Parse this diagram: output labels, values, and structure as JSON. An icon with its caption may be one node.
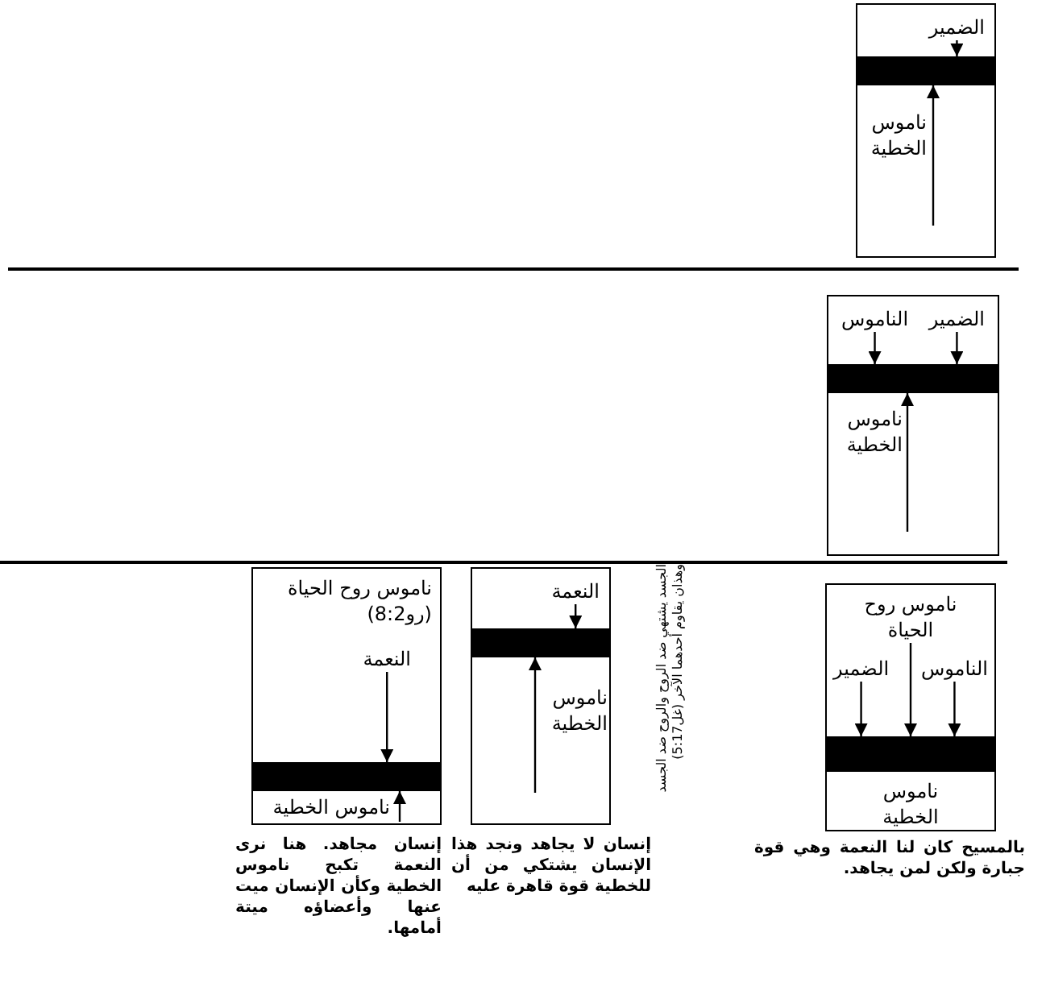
{
  "diagram": {
    "nodes": [
      {
        "text": [],
        "shape": "box"
      },
      {
        "text": [
          "الضمير"
        ],
        "in": 0
      },
      {
        "text": [],
        "shape": "bar",
        "in": 0
      },
      {
        "text": [],
        "shape": "box"
      },
      {
        "text": [
          "الضمير"
        ],
        "in": 3
      },
      {
        "text": [
          "الناموس"
        ],
        "in": 3
      },
      {
        "text": [],
        "shape": "bar",
        "in": 3
      },
      {
        "text": [],
        "shape": "box",
        "beside": [
          "بالمسيح كان لنا النعمة وهي قوة جبارة ولكن لمن يجاهد."
        ]
      },
      {
        "text": [
          "ناموس روح الحياة"
        ],
        "in": 7
      },
      {
        "text": [
          "الضمير"
        ],
        "in": 7
      },
      {
        "text": [
          "الناموس"
        ],
        "in": 7
      },
      {
        "text": [],
        "shape": "bar",
        "in": 7
      },
      {
        "text": [
          "ناموس الخطية"
        ],
        "in": 7
      },
      {
        "text": [],
        "shape": "box",
        "beside": [
          "الجسد يشتهي ضد الروح والروح ضد الجسد وهذان يقاوم أحدهما الآخر (غل5:17)",
          "إنسان لا يجاهد ونجد هذا الإنسان يشتكي من أن للخطية قوة قاهرة عليه"
        ]
      },
      {
        "text": [
          "النعمة"
        ],
        "in": 13
      },
      {
        "text": [],
        "shape": "bar",
        "in": 13
      },
      {
        "text": [],
        "shape": "box",
        "beside": [
          "إنسان مجاهد. هنا نرى النعمة تكبح ناموس الخطية وكأن الإنسان ميت عنها وأعضاؤه ميتة أمامها."
        ]
      },
      {
        "text": [
          "ناموس روح الحياة (رو8:2)"
        ],
        "in": 16
      },
      {
        "text": [
          "النعمة"
        ],
        "in": 16
      },
      {
        "text": [],
        "shape": "bar",
        "in": 16
      }
    ],
    "edges": [
      {
        "from": 1,
        "to": 2,
        "arrow": "to"
      },
      {
        "from": null,
        "to": 2,
        "arrow": "to",
        "label": "ناموس الخطية"
      },
      {
        "from": 4,
        "to": 6,
        "arrow": "to"
      },
      {
        "from": 5,
        "to": 6,
        "arrow": "to"
      },
      {
        "from": null,
        "to": 6,
        "arrow": "to",
        "label": "ناموس الخطية"
      },
      {
        "from": 9,
        "to": 11,
        "arrow": "to"
      },
      {
        "from": 8,
        "to": 11,
        "arrow": "to"
      },
      {
        "from": 10,
        "to": 11,
        "arrow": "to"
      },
      {
        "from": 14,
        "to": 15,
        "arrow": "to"
      },
      {
        "from": null,
        "to": 15,
        "arrow": "to",
        "label": "ناموس الخطية"
      },
      {
        "from": 18,
        "to": 19,
        "arrow": "to"
      },
      {
        "from": null,
        "to": 19,
        "arrow": "to",
        "label": "ناموس الخطية"
      }
    ]
  }
}
